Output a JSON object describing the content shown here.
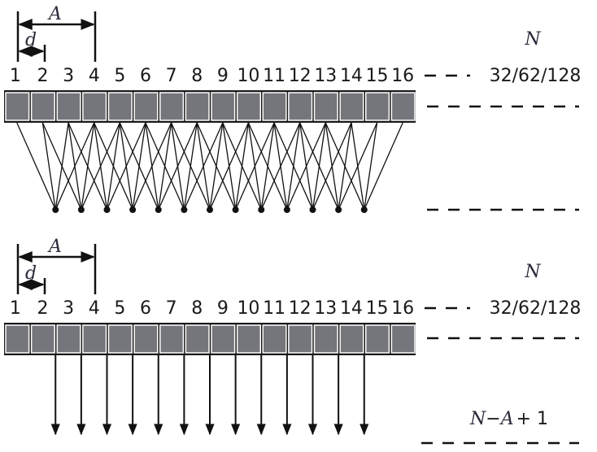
{
  "colors": {
    "block_fill": "#75767c",
    "block_border": "#1a1a1a",
    "line": "#111111"
  },
  "window_label": "A",
  "stride_label": "d",
  "positions": [
    "1",
    "2",
    "3",
    "4",
    "5",
    "6",
    "7",
    "8",
    "9",
    "10",
    "11",
    "12",
    "13",
    "14",
    "15",
    "16"
  ],
  "window_size": 4,
  "stride": 1,
  "top_panel": {
    "n_label": "N",
    "n_values": "32/62/128",
    "output_count": 13
  },
  "bottom_panel": {
    "n_label": "N",
    "n_values": "32/62/128",
    "output_label": {
      "n": "N",
      "minus": "−",
      "a": "A",
      "plus_one": "+ 1"
    },
    "output_count": 13
  }
}
